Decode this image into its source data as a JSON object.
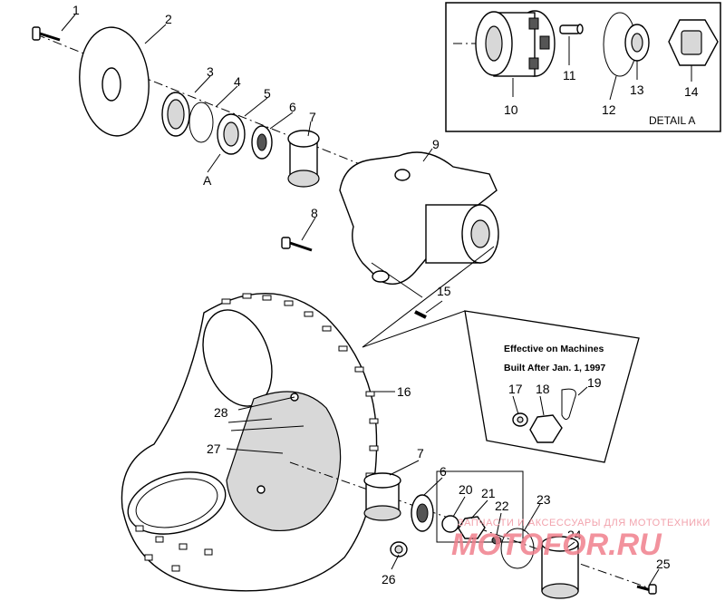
{
  "callouts": {
    "c1": "1",
    "c2": "2",
    "c3": "3",
    "c4": "4",
    "c5": "5",
    "c6": "6",
    "c7": "7",
    "c8": "8",
    "c9": "9",
    "c10": "10",
    "c11": "11",
    "c12": "12",
    "c13": "13",
    "c14": "14",
    "c15": "15",
    "c16": "16",
    "c17": "17",
    "c18": "18",
    "c19": "19",
    "c20": "20",
    "c21": "21",
    "c22": "22",
    "c23": "23",
    "c24": "24",
    "c25": "25",
    "c26": "26",
    "c27": "27",
    "c28": "28",
    "c6b": "6",
    "c7b": "7",
    "cA": "A"
  },
  "detail_a": {
    "label": "DETAIL A"
  },
  "note": {
    "line1": "Effective on Machines",
    "line2": "Built After Jan. 1, 1997"
  },
  "watermark": {
    "line": "ЗАПЧАСТИ И АКСЕССУАРЫ ДЛЯ МОТОТЕХНИКИ",
    "brand": "MOTOFOR.RU"
  }
}
